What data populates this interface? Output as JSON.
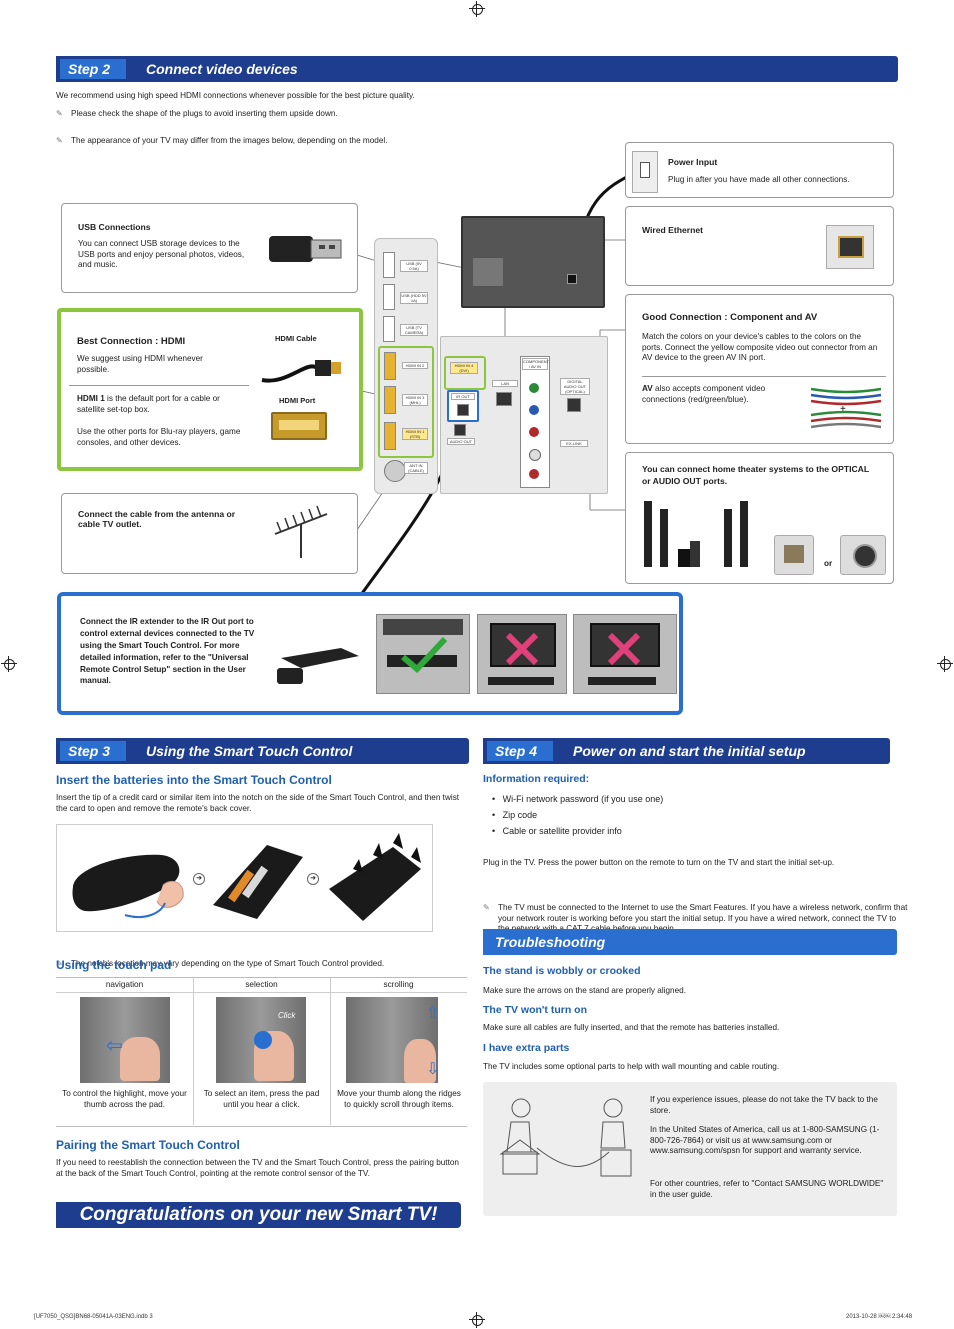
{
  "step2": {
    "step_label": "Step 2",
    "title": "Connect video devices",
    "intro": "We recommend using high speed HDMI connections whenever possible for the best picture quality.",
    "note1": "Please check the shape of the plugs to avoid inserting them upside down.",
    "note2": "The appearance of your TV may differ from the images below, depending on the model.",
    "usb": {
      "title": "USB Connections",
      "text": "You can connect USB storage devices to the USB ports and enjoy personal photos, videos, and music."
    },
    "hdmi": {
      "title": "Best Connection : HDMI",
      "text1": "We suggest using HDMI whenever possible.",
      "text2_bold": "HDMI 1",
      "text2": " is the default port for a cable or satellite set-top box.",
      "text3": "Use the other ports for Blu-ray players, game consoles, and other devices.",
      "cable_label": "HDMI Cable",
      "port_label": "HDMI Port"
    },
    "antenna": {
      "text": "Connect the cable from the antenna or cable TV outlet."
    },
    "power": {
      "title": "Power Input",
      "text": "Plug in after you have made all other connections."
    },
    "ethernet": {
      "title": "Wired Ethernet"
    },
    "component": {
      "title": "Good Connection : Component and AV",
      "text": "Match the colors on your device's cables to the colors on the ports. Connect the yellow composite video out connector from an AV device to the green AV IN port.",
      "av_bold": "AV",
      "av_text": " also accepts component video connections (red/green/blue)."
    },
    "hometheater": {
      "text": "You can connect home theater systems to the OPTICAL or AUDIO OUT ports.",
      "or": "or"
    },
    "ir": {
      "text": "Connect the IR extender to the IR Out port to control external devices connected to the TV using the Smart Touch Control. For more detailed information, refer to the \"Universal Remote Control Setup\" section in the User manual."
    },
    "ports": {
      "usb1": "USB (5V 0.5A)",
      "usb2": "USB (HDD 5V 1A)",
      "usb3": "USB (TV CAMERA)",
      "hdmi2": "HDMI IN 2",
      "hdmi3": "HDMI IN 3 (MHL)",
      "hdmi1": "HDMI IN 1 (STB)",
      "ant": "ANT IN (CABLE)",
      "hdmi4": "HDMI IN 4 (DVI)",
      "irout": "IR OUT",
      "audioout": "AUDIO OUT",
      "lan": "LAN",
      "component": "COMPONENT / AV IN",
      "optical": "DIGITAL AUDIO OUT (OPTICAL)",
      "exlink": "EX-LINK"
    }
  },
  "step3": {
    "step_label": "Step 3",
    "title": "Using the Smart Touch Control",
    "batteries_title": "Insert the batteries into the Smart Touch Control",
    "batteries_text": "Insert the tip of a credit card or similar item into the notch on the side of the Smart Touch Control, and then twist the card to open and remove the remote's back cover.",
    "notch_note": "The notch's location may vary depending on the type of Smart Touch Control provided.",
    "touchpad_title": "Using the touch pad",
    "touchpad": {
      "headers": [
        "navigation",
        "selection",
        "scrolling"
      ],
      "captions": [
        "To control the highlight, move your thumb across the pad.",
        "To select an item, press the pad until you hear a click.",
        "Move your thumb along the ridges to quickly scroll through items."
      ],
      "click_label": "Click"
    },
    "pairing_title": "Pairing the Smart Touch Control",
    "pairing_text": "If you need to reestablish the connection between the TV and the Smart Touch Control, press the pairing button at the back of the Smart Touch Control, pointing at the remote control sensor of the TV."
  },
  "congrats": "Congratulations on your new Smart TV!",
  "step4": {
    "step_label": "Step 4",
    "title": "Power on and start the initial setup",
    "info_title": "Information required:",
    "info_items": [
      "Wi-Fi network password (if you use one)",
      "Zip code",
      "Cable or satellite provider info"
    ],
    "plugin_text": "Plug in the TV. Press the power button on the remote to turn on the TV and start the initial set-up.",
    "plugin_note": "The TV must be connected to the Internet to use the Smart Features. If you have a wireless network, confirm that your network router is working before you start the initial setup. If you have a wired network, connect the TV to the network with a CAT 7 cable before you begin."
  },
  "troubleshooting": {
    "title": "Troubleshooting",
    "items": [
      {
        "q": "The stand is wobbly or crooked",
        "a": "Make sure the arrows on the stand are properly aligned."
      },
      {
        "q": "The TV won't turn on",
        "a": "Make sure all cables are fully inserted, and that the remote has batteries installed."
      },
      {
        "q": "I have extra parts",
        "a": "The TV includes some optional parts to help with wall mounting and cable routing."
      }
    ],
    "support1": "If you experience issues, please do not take the TV back to the store.",
    "support2": "In the United States of America, call us at 1-800-SAMSUNG (1-800-726-7864) or visit us at www.samsung.com or www.samsung.com/spsn for support and warranty service.",
    "support3": "For other countries, refer to \"Contact SAMSUNG WORLDWIDE\" in the user guide."
  },
  "footer": {
    "left": "[UF7050_QSG]BN68-05041A-03ENG.indb   3",
    "right": "2013-10-28   ￼￼ 2:34:48"
  },
  "colors": {
    "navy": "#1f3d8e",
    "blue": "#2a6fd0",
    "green": "#8cc63f",
    "link_blue": "#1f5fb0"
  }
}
